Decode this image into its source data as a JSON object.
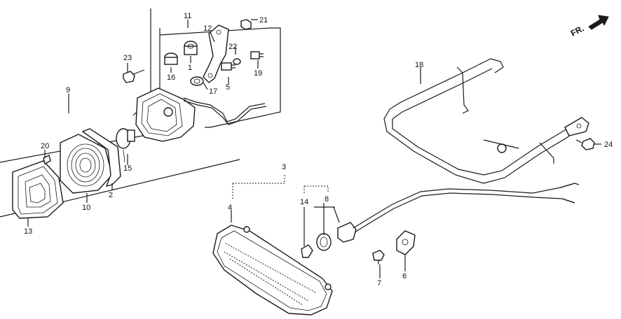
{
  "direction": {
    "label": "FR.",
    "icon": "front-arrow-icon"
  },
  "callouts": [
    {
      "id": "c1",
      "text": "1"
    },
    {
      "id": "c2",
      "text": "2"
    },
    {
      "id": "c3",
      "text": "3"
    },
    {
      "id": "c4",
      "text": "4"
    },
    {
      "id": "c5",
      "text": "5"
    },
    {
      "id": "c6",
      "text": "6"
    },
    {
      "id": "c7",
      "text": "7"
    },
    {
      "id": "c8",
      "text": "8"
    },
    {
      "id": "c9",
      "text": "9"
    },
    {
      "id": "c10",
      "text": "10"
    },
    {
      "id": "c11",
      "text": "11"
    },
    {
      "id": "c12",
      "text": "12"
    },
    {
      "id": "c13",
      "text": "13"
    },
    {
      "id": "c14",
      "text": "14"
    },
    {
      "id": "c15",
      "text": "15"
    },
    {
      "id": "c16",
      "text": "16"
    },
    {
      "id": "c17",
      "text": "17"
    },
    {
      "id": "c18",
      "text": "18"
    },
    {
      "id": "c19",
      "text": "19"
    },
    {
      "id": "c20",
      "text": "20"
    },
    {
      "id": "c21",
      "text": "21"
    },
    {
      "id": "c22",
      "text": "22"
    },
    {
      "id": "c23",
      "text": "23"
    },
    {
      "id": "c24",
      "text": "24"
    }
  ]
}
